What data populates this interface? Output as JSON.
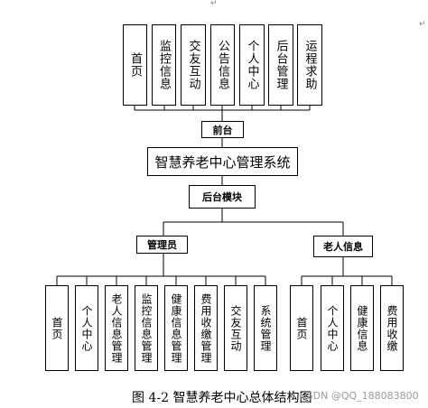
{
  "diagram": {
    "top_modules": [
      "首页",
      "监控信息",
      "交友互动",
      "公告信息",
      "个人中心",
      "后台管理",
      "运程求助"
    ],
    "frontend": "前台",
    "system": "智慧养老中心管理系统",
    "backend": "后台模块",
    "admin": {
      "label": "管理员",
      "modules": [
        "首页",
        "个人中心",
        "老人信息管理",
        "监控信息管理",
        "健康信息管理",
        "费用收缴管理",
        "交友互动",
        "系统管理"
      ]
    },
    "elder": {
      "label": "老人信息",
      "modules": [
        "首页",
        "个人中心",
        "健康信息",
        "费用收缴"
      ]
    }
  },
  "caption": "图 4-2  智慧养老中心总体结构图",
  "watermark": "CSDN @QQ_188083800",
  "marks": {
    "paragraph": "↵"
  }
}
